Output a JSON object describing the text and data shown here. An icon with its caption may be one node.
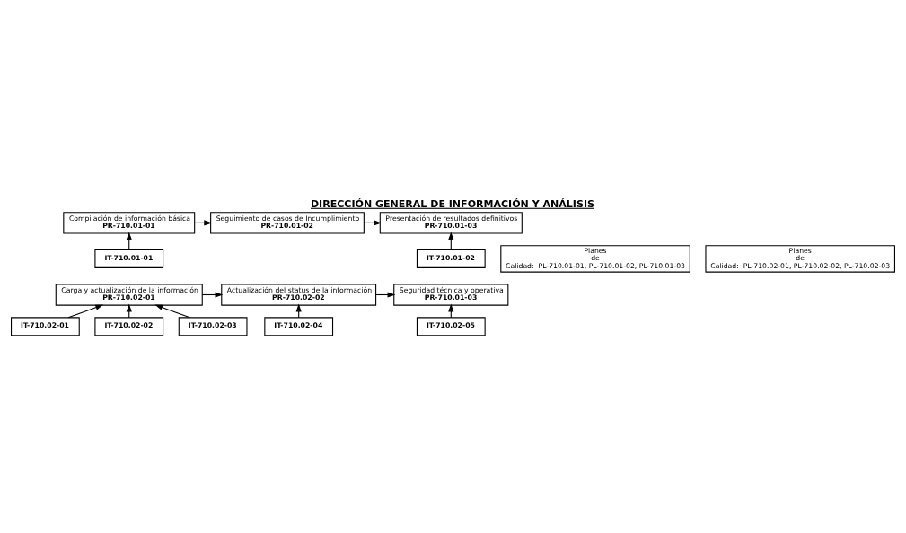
{
  "diagram": {
    "title": "DIRECCIÓN GENERAL DE INFORMACIÓN Y ANÁLISIS",
    "nodes": [
      {
        "text": [
          "Compilación de información básica",
          "PR-710.01-01"
        ]
      },
      {
        "text": [
          "Seguimiento de casos de Incumplimiento",
          "PR-710.01-02"
        ]
      },
      {
        "text": [
          "Presentación de resultados definitivos",
          "PR-710.01-03"
        ]
      },
      {
        "text": [
          "IT-710.01-01"
        ]
      },
      {
        "text": [
          "IT-710.01-02"
        ]
      },
      {
        "text": [
          "Carga y actualización de la información",
          "PR-710.02-01"
        ]
      },
      {
        "text": [
          "Actualización del status de la información",
          "PR-710.02-02"
        ]
      },
      {
        "text": [
          "Seguridad técnica y operativa",
          "PR-710.01-03"
        ]
      },
      {
        "text": [
          "IT-710.02-01"
        ]
      },
      {
        "text": [
          "IT-710.02-02"
        ]
      },
      {
        "text": [
          "IT-710.02-03"
        ]
      },
      {
        "text": [
          "IT-710.02-04"
        ]
      },
      {
        "text": [
          "IT-710.02-05"
        ]
      }
    ],
    "edges": [
      {
        "from": 0,
        "to": 1,
        "arrow": "to"
      },
      {
        "from": 1,
        "to": 2,
        "arrow": "to"
      },
      {
        "from": 3,
        "to": 0,
        "arrow": "to"
      },
      {
        "from": 4,
        "to": 2,
        "arrow": "to"
      },
      {
        "from": 5,
        "to": 6,
        "arrow": "to"
      },
      {
        "from": 6,
        "to": 7,
        "arrow": "to"
      },
      {
        "from": 8,
        "to": 5,
        "arrow": "to"
      },
      {
        "from": 9,
        "to": 5,
        "arrow": "to"
      },
      {
        "from": 10,
        "to": 5,
        "arrow": "to"
      },
      {
        "from": 11,
        "to": 6,
        "arrow": "to"
      },
      {
        "from": 12,
        "to": 7,
        "arrow": "to"
      }
    ],
    "labels": [
      "Planes de Calidad:  PL-710.01-01, PL-710.01-02, PL-710.01-03",
      "Planes de Calidad:  PL-710.02-01, PL-710.02-02, PL-710.02-03"
    ]
  }
}
